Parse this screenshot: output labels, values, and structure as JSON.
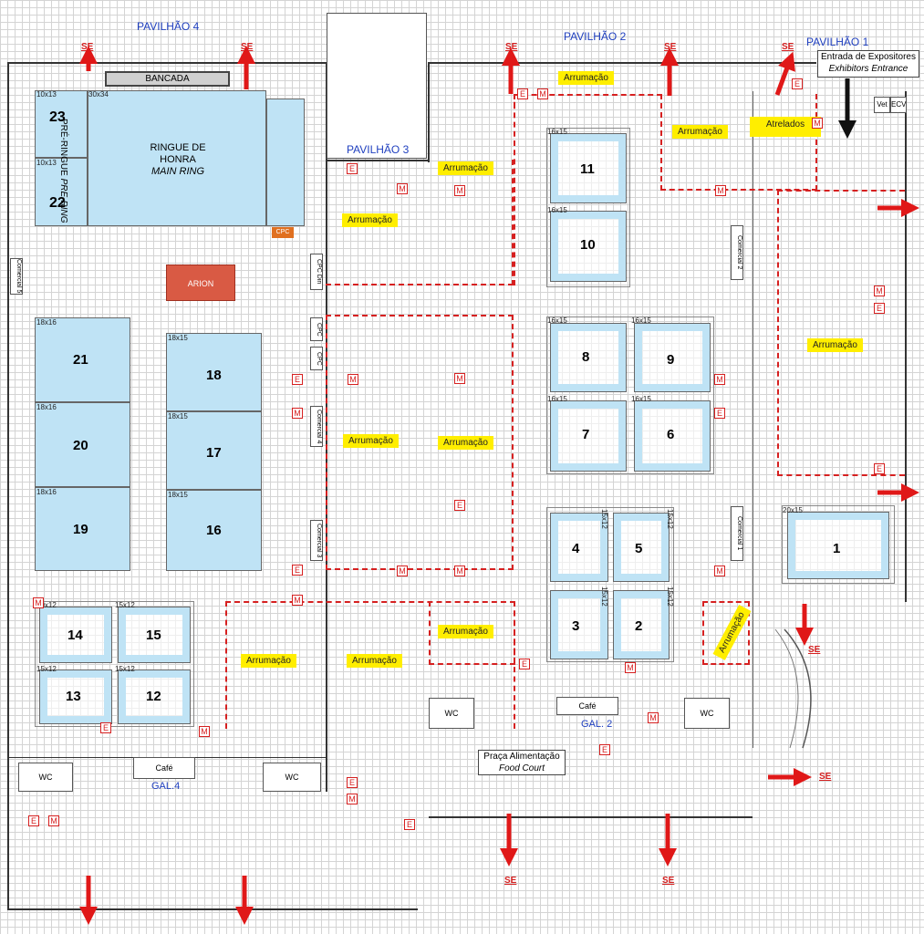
{
  "titles": {
    "pav4": "PAVILHÃO 4",
    "pav2": "PAVILHÃO 2",
    "pav1": "PAVILHÃO 1",
    "pav3": "PAVILHÃO 3"
  },
  "entrance": {
    "pt": "Entrada de Expositores",
    "en": "Exhibitors Entrance"
  },
  "bancada": "BANCADA",
  "main_ring": {
    "pt1": "RINGUE DE",
    "pt2": "HONRA",
    "en": "MAIN RING"
  },
  "pre_ring": {
    "pt": "PRÉ-RINGUE",
    "en": "PRE-RING"
  },
  "arion": "ARION",
  "cpc": "CPC",
  "cpc_din": "CPC Din",
  "vet": "Vet",
  "ecv": "ECV",
  "atrelados": "Atrelados",
  "arrumacao": "Arrumação",
  "food_court": {
    "pt": "Praça Alimentação",
    "en": "Food Court"
  },
  "cafe": "Café",
  "wc": "WC",
  "gal2": "GAL. 2",
  "gal4": "GAL.4",
  "se": "SE",
  "e": "E",
  "m": "M",
  "commercial": [
    "Comercial 1",
    "Comercial 2",
    "Comercial 3",
    "Comercial 4",
    "Comercial 5"
  ],
  "rings": [
    {
      "id": "1",
      "dim": "20x15"
    },
    {
      "id": "2",
      "dim": "15x12"
    },
    {
      "id": "3",
      "dim": "15x12"
    },
    {
      "id": "4",
      "dim": "15x12"
    },
    {
      "id": "5",
      "dim": "15x12"
    },
    {
      "id": "6",
      "dim": "16x15"
    },
    {
      "id": "7",
      "dim": "16x15"
    },
    {
      "id": "8",
      "dim": "16x15"
    },
    {
      "id": "9",
      "dim": "16x15"
    },
    {
      "id": "10",
      "dim": "16x15"
    },
    {
      "id": "11",
      "dim": "16x15"
    },
    {
      "id": "12",
      "dim": "15x12"
    },
    {
      "id": "13",
      "dim": "15x12"
    },
    {
      "id": "14",
      "dim": "10x12"
    },
    {
      "id": "15",
      "dim": "15x12"
    },
    {
      "id": "16",
      "dim": "18x15"
    },
    {
      "id": "17",
      "dim": "18x15"
    },
    {
      "id": "18",
      "dim": "18x15"
    },
    {
      "id": "19",
      "dim": "18x16"
    },
    {
      "id": "20",
      "dim": "18x16"
    },
    {
      "id": "21",
      "dim": "18x16"
    },
    {
      "id": "22",
      "dim": "10x13"
    },
    {
      "id": "23",
      "dim": "10x13"
    },
    {
      "id": "main",
      "dim": "30x34"
    }
  ],
  "colors": {
    "ring": "#bfe3f5",
    "storage": "#ffee00",
    "exit": "#e01818",
    "arion": "#d95a44",
    "cpc": "#e07020"
  }
}
